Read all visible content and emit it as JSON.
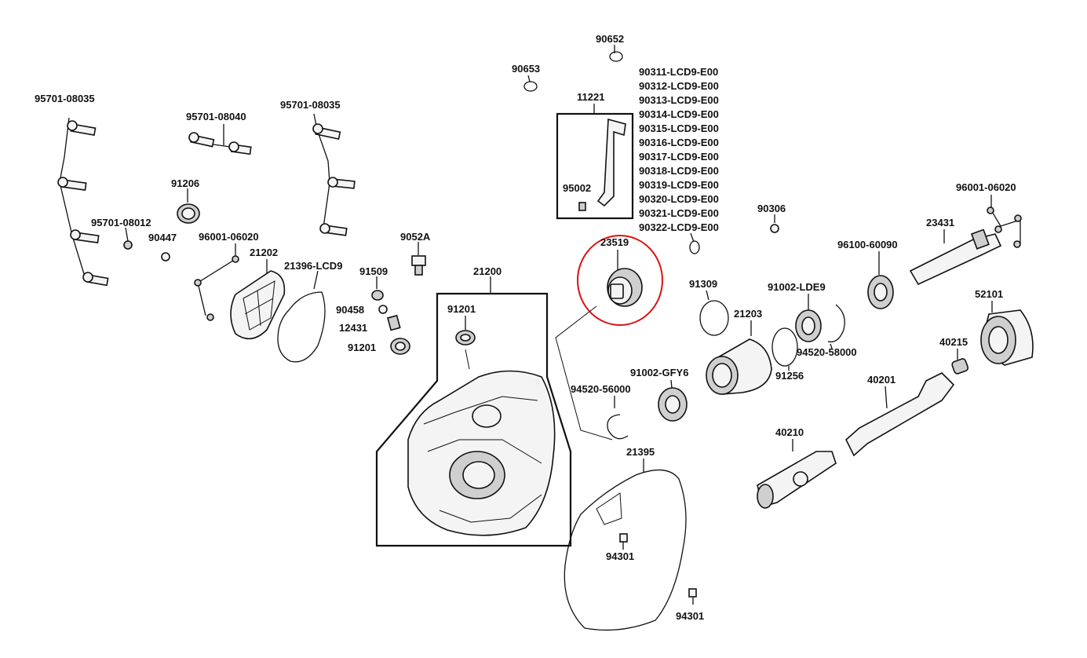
{
  "parts": {
    "p95701_08035_left": "95701-08035",
    "p95701_08040": "95701-08040",
    "p95701_08035_right": "95701-08035",
    "p91206": "91206",
    "p95701_08012": "95701-08012",
    "p90447": "90447",
    "p96001_06020_left": "96001-06020",
    "p21202": "21202",
    "p21396": "21396-LCD9",
    "p9052A": "9052A",
    "p91509": "91509",
    "p90458": "90458",
    "p12431": "12431",
    "p91201_left": "91201",
    "p21200": "21200",
    "p91201_box": "91201",
    "p90652": "90652",
    "p90653": "90653",
    "p11221": "11221",
    "p95002": "95002",
    "p90306": "90306",
    "p23519": "23519",
    "p94520_56000": "94520-56000",
    "p91309": "91309",
    "p21203": "21203",
    "p91002_LDE9": "91002-LDE9",
    "p94520_58000": "94520-58000",
    "p91256": "91256",
    "p91002_GFY6": "91002-GFY6",
    "p21395": "21395",
    "p94301_a": "94301",
    "p94301_b": "94301",
    "p96001_06020_right": "96001-06020",
    "p23431": "23431",
    "p96100_60090": "96100-60090",
    "p52101": "52101",
    "p40215": "40215",
    "p40201": "40201",
    "p40210": "40210"
  },
  "shim_list": [
    "90311-LCD9-E00",
    "90312-LCD9-E00",
    "90313-LCD9-E00",
    "90314-LCD9-E00",
    "90315-LCD9-E00",
    "90316-LCD9-E00",
    "90317-LCD9-E00",
    "90318-LCD9-E00",
    "90319-LCD9-E00",
    "90320-LCD9-E00",
    "90321-LCD9-E00",
    "90322-LCD9-E00"
  ],
  "colors": {
    "ink": "#111111",
    "highlight": "#dd1111",
    "background": "#ffffff"
  }
}
